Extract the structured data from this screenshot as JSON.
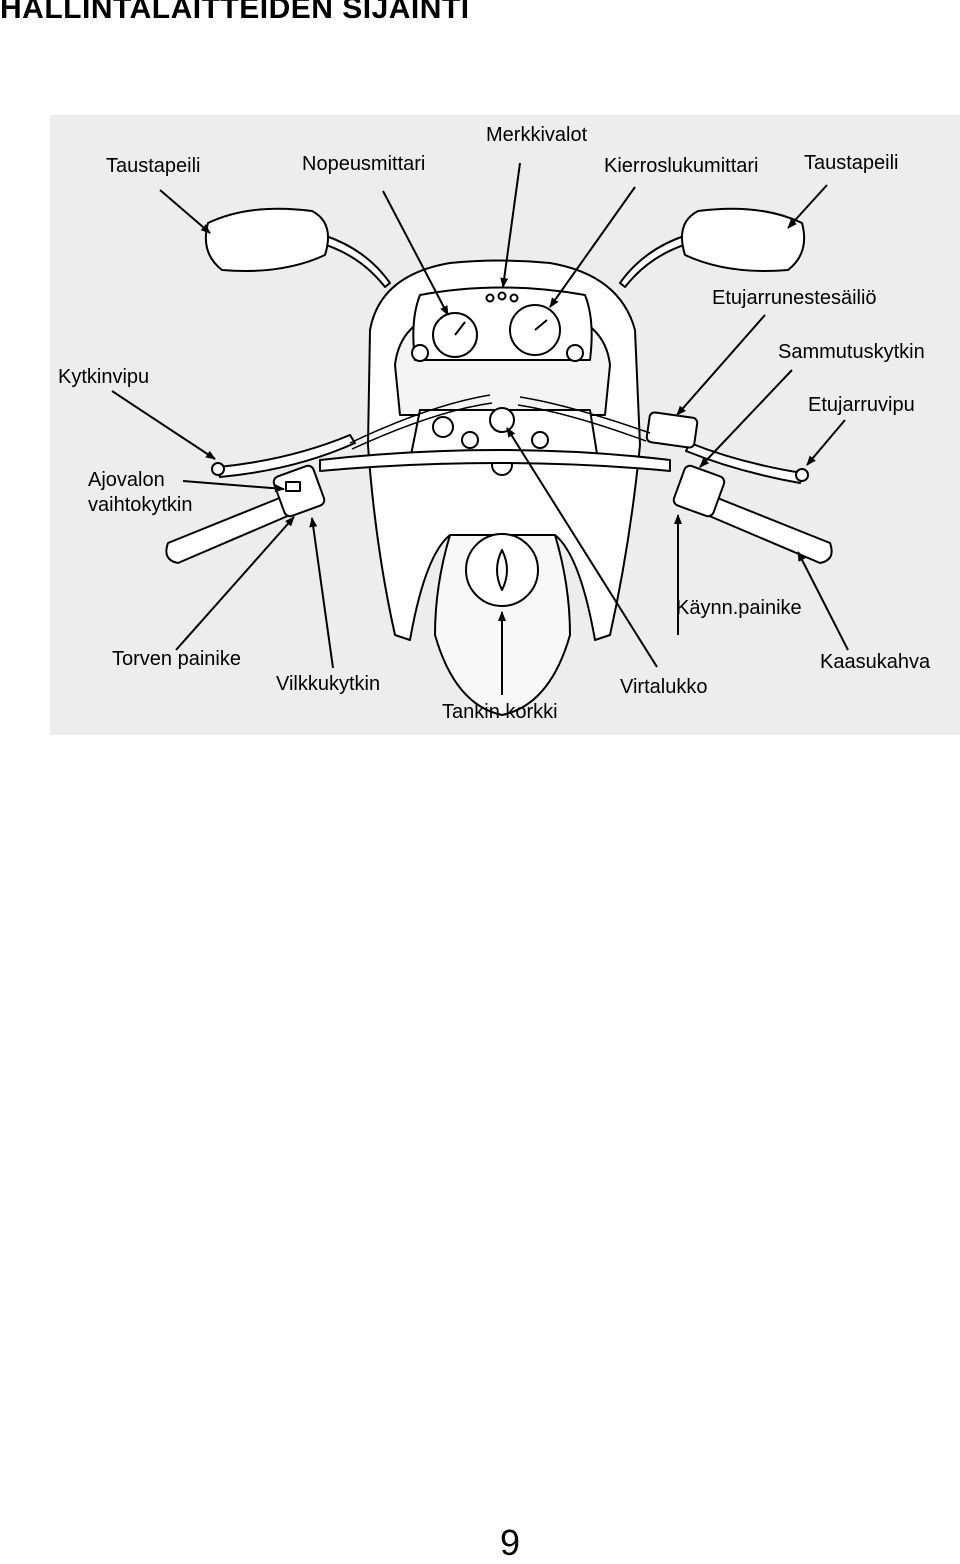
{
  "page": {
    "title": "HALLINTALAITTEIDEN SIJAINTI",
    "number": "9"
  },
  "figure": {
    "subject": "motorcycle-handlebar-and-cockpit-drawing",
    "labels": {
      "mirror_left": "Taustapeili",
      "speedometer": "Nopeusmittari",
      "indicator_lights": "Merkkivalot",
      "tachometer": "Kierroslukumittari",
      "mirror_right": "Taustapeili",
      "brake_reservoir": "Etujarrunestesäiliö",
      "clutch_lever": "Kytkinvipu",
      "engine_stop_switch": "Sammutuskytkin",
      "front_brake_lever": "Etujarruvipu",
      "dimmer_switch_line1": "Ajovalon",
      "dimmer_switch_line2": "vaihtokytkin",
      "start_button": "Käynn.painike",
      "horn_button": "Torven painike",
      "throttle_grip": "Kaasukahva",
      "turn_signal_switch": "Vilkkukytkin",
      "ignition_switch": "Virtalukko",
      "fuel_cap": "Tankin korkki"
    }
  }
}
